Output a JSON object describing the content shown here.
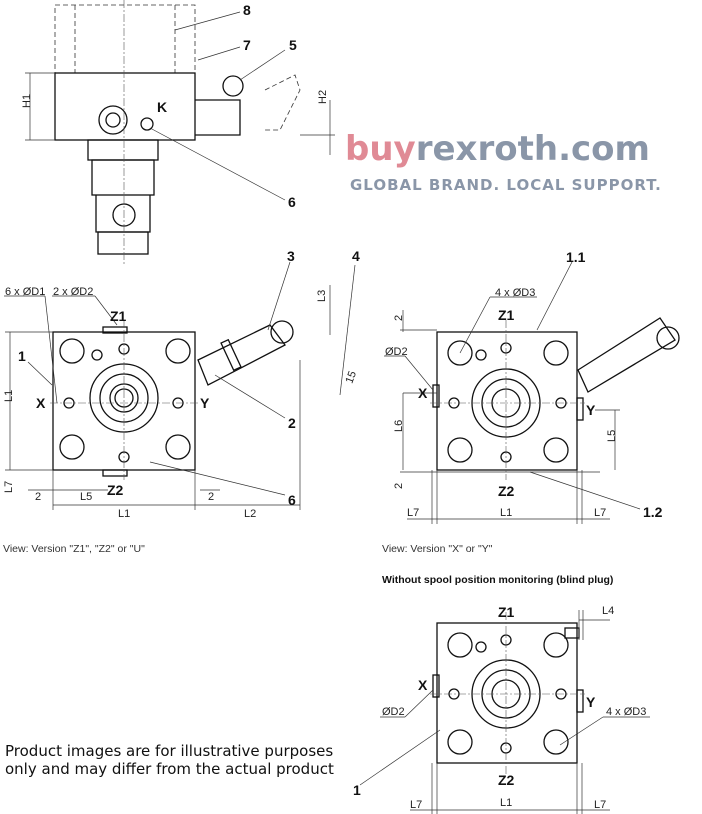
{
  "watermark": {
    "brand_a": "buy",
    "brand_b": "rexroth",
    "brand_c": ".com",
    "tagline": "GLOBAL BRAND. LOCAL SUPPORT."
  },
  "top_view": {
    "labels": {
      "n8": "8",
      "n7": "7",
      "n5": "5",
      "k": "K",
      "h1": "H1",
      "h2": "H2",
      "n6": "6"
    }
  },
  "view1": {
    "caption": "View: Version \"Z1\", \"Z2\" or \"U\"",
    "labels": {
      "d1": "6 x ØD1",
      "d2": "2 x ØD2",
      "z1": "Z1",
      "z2": "Z2",
      "n1": "1",
      "x": "X",
      "y": "Y",
      "l1v": "L1",
      "l7": "L7",
      "two_a": "2",
      "l5": "L5",
      "l1h": "L1",
      "two_b": "2",
      "l2": "L2",
      "n6": "6",
      "n2": "2",
      "n3": "3",
      "n4": "4",
      "l3": "L3",
      "n15": "15"
    }
  },
  "view2": {
    "caption": "View: Version \"X\" or \"Y\"",
    "labels": {
      "n11": "1.1",
      "d3": "4 x ØD3",
      "z1": "Z1",
      "two_a": "2",
      "d2": "ØD2",
      "x": "X",
      "y": "Y",
      "l6": "L6",
      "l5": "L5",
      "two_b": "2",
      "z2": "Z2",
      "n12": "1.2",
      "l7a": "L7",
      "l1": "L1",
      "l7b": "L7"
    }
  },
  "view3": {
    "caption": "Without spool position monitoring (blind plug)",
    "labels": {
      "z1": "Z1",
      "l4": "L4",
      "x": "X",
      "y": "Y",
      "d2": "ØD2",
      "d3": "4 x ØD3",
      "n1": "1",
      "z2": "Z2",
      "l7a": "L7",
      "l1": "L1",
      "l7b": "L7"
    }
  },
  "footer": "Product images are for illustrative purposes only and may differ from the actual product"
}
